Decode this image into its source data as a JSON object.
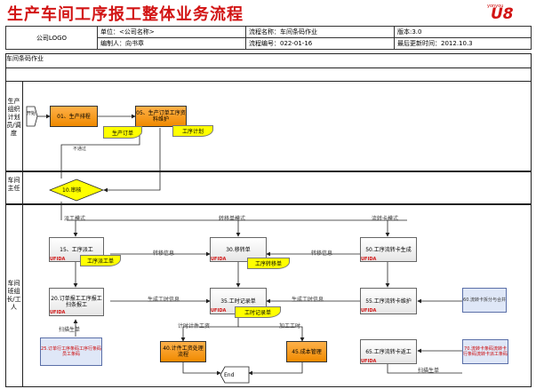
{
  "title": "生产车间工序报工整体业务流程",
  "brand": {
    "top": "yonyou",
    "mark": "U8"
  },
  "header": {
    "logo": "公司LOGO",
    "unit": "单位：<公司名称>",
    "flow_name": "流程名称：车间条码作业",
    "version": "版本:3.0",
    "author": "编制人：向书章",
    "flow_no": "流程编号：022-01-16",
    "updated": "最后更新时间：2012.10.3"
  },
  "section_title": "车间条码作业",
  "lanes": [
    {
      "label": "生产组织计划员/调度"
    },
    {
      "label": "车间主任"
    },
    {
      "label": "车间班组长/工人"
    }
  ],
  "shapes": {
    "start": "开始",
    "end": "End",
    "p01": "01、生产排程",
    "p05": "05、生产订单工序资料维护",
    "p10": "10.审核",
    "p15": "15、工序派工",
    "p20": "20.订单报工工序报工扫条报工",
    "p25": "25.订单行工序条码工序行条码员工条码",
    "p30": "30.移转单",
    "p35": "35.工时记录单",
    "p40": "40.计件工资处理流程",
    "p45": "45.成本管理",
    "p50": "50.工序流转卡生成",
    "p55": "55.工序流转卡维护",
    "p60": "60.流转卡拆分与合并",
    "p65": "65.工序流转卡返工",
    "p70": "70.流转卡条码流转卡行条码流转卡派工条码"
  },
  "docs": {
    "d_order": "生产订单",
    "d_plan": "工序计划",
    "d_dispatch": "工序派工单",
    "d_transfer": "工序转移单",
    "d_timesheet": "工时记录单"
  },
  "ufida": "UFIDA",
  "labels": {
    "nopass": "不通过",
    "mode_dispatch": "派工模式",
    "mode_transfer": "转移单模式",
    "mode_card": "流转卡模式",
    "transfer_info1": "转移信息",
    "transfer_info2": "转移信息",
    "gen_time1": "生成工时信息",
    "gen_time2": "生成工时信息",
    "piece_wage": "计时计件工资",
    "add_time": "加工工时",
    "scan1": "扫描生单",
    "scan2": "扫描生单"
  }
}
